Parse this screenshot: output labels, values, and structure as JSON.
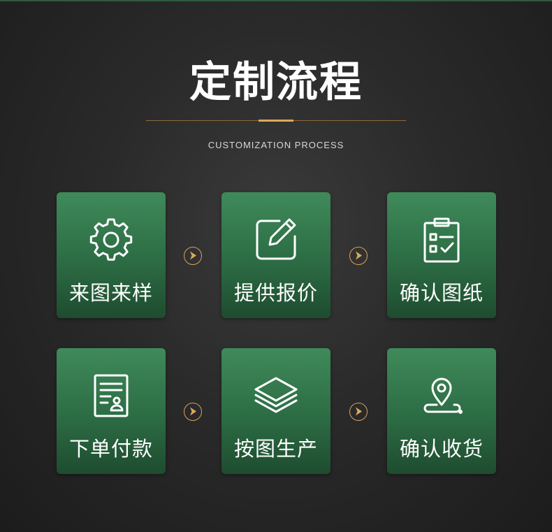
{
  "header": {
    "title": "定制流程",
    "subtitle": "CUSTOMIZATION PROCESS"
  },
  "steps": [
    {
      "label": "来图来样",
      "icon": "gear-icon"
    },
    {
      "label": "提供报价",
      "icon": "edit-icon"
    },
    {
      "label": "确认图纸",
      "icon": "clipboard-check-icon"
    },
    {
      "label": "下单付款",
      "icon": "document-person-icon"
    },
    {
      "label": "按图生产",
      "icon": "layers-icon"
    },
    {
      "label": "确认收货",
      "icon": "location-route-icon"
    }
  ],
  "colors": {
    "card_top": "#3f8a5a",
    "card_bottom": "#1e4c2f",
    "accent_gold": "#e0a85a",
    "background": "#2a2a2a"
  }
}
